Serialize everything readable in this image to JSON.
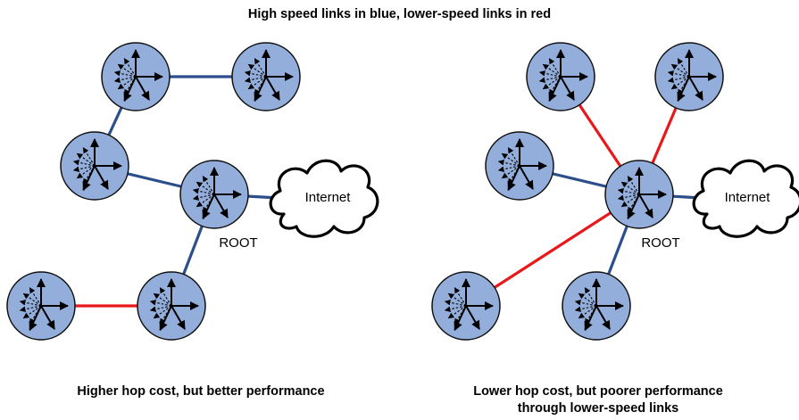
{
  "title": "High speed links in blue, lower-speed links in red",
  "colors": {
    "high_speed_link": "#2c4f8c",
    "low_speed_link": "#e8191b",
    "node_fill": "#93aedb",
    "node_stroke": "#101010"
  },
  "diagrams": [
    {
      "id": "left",
      "caption_lines": [
        "Higher hop cost, but better performance"
      ],
      "root_label": "ROOT",
      "internet_label": "Internet"
    },
    {
      "id": "right",
      "caption_lines": [
        "Lower hop cost, but poorer performance",
        "through lower-speed links"
      ],
      "root_label": "ROOT",
      "internet_label": "Internet"
    }
  ]
}
